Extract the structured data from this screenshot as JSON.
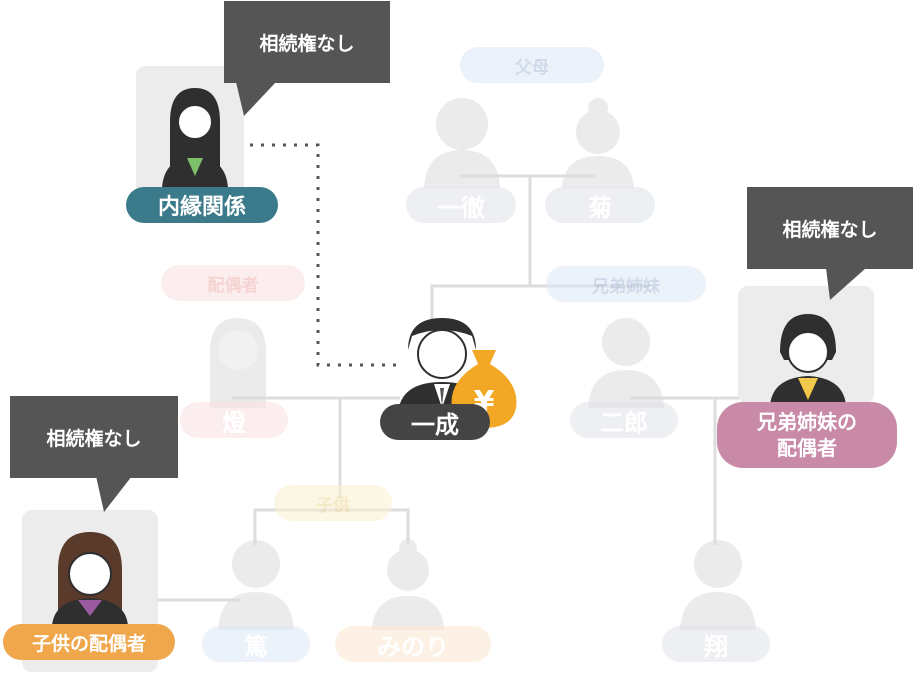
{
  "callouts": {
    "partner": "相続権なし",
    "sibling_spouse": "相続権なし",
    "child_spouse": "相続権なし"
  },
  "groups": {
    "parents": "父母",
    "spouse": "配偶者",
    "siblings": "兄弟姉妹",
    "children": "子供"
  },
  "people": {
    "partner": "内縁関係",
    "father": "一徹",
    "mother": "菊",
    "deceased": "一成",
    "spouse": "燈",
    "brother": "二郎",
    "sibling_spouse_line1": "兄弟姉妹の",
    "sibling_spouse_line2": "配偶者",
    "child_spouse": "子供の配偶者",
    "child1": "篤",
    "child2": "みのり",
    "nephew": "翔"
  },
  "colors": {
    "partner_label": "#3b7a8a",
    "deceased_label": "#444444",
    "sibling_spouse_label": "#c98aa8",
    "child_spouse_label": "#f0a64a",
    "money_bag": "#f2a825",
    "callout": "#555555"
  },
  "icons": {
    "money_bag": "money-bag-yen-icon",
    "yen": "¥"
  }
}
